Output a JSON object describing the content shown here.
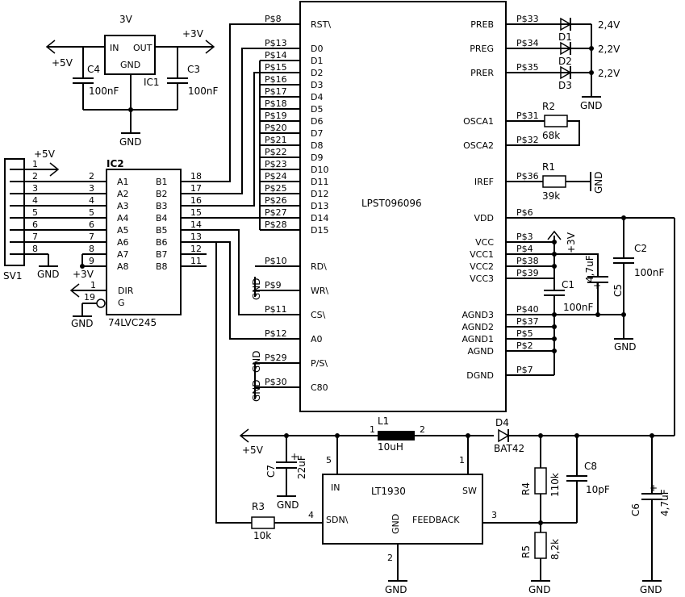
{
  "regulator": {
    "title": "3V",
    "pin_in": "IN",
    "pin_out": "OUT",
    "pin_gnd": "GND",
    "ref": "IC1",
    "c4_ref": "C4",
    "c4_val": "100nF",
    "c3_ref": "C3",
    "c3_val": "100nF",
    "in_net": "+5V",
    "out_net": "+3V",
    "gnd": "GND"
  },
  "connector": {
    "ref": "SV1",
    "net_top": "+5V",
    "gnd": "GND",
    "pins": [
      "1",
      "2",
      "3",
      "4",
      "5",
      "6",
      "7",
      "8"
    ]
  },
  "buffer": {
    "ref": "IC2",
    "part": "74LVC245",
    "a_pins": [
      "A1",
      "A2",
      "A3",
      "A4",
      "A5",
      "A6",
      "A7",
      "A8"
    ],
    "a_nums": [
      "2",
      "3",
      "4",
      "5",
      "6",
      "7",
      "8",
      "9"
    ],
    "b_pins": [
      "B1",
      "B2",
      "B3",
      "B4",
      "B5",
      "B6",
      "B7",
      "B8"
    ],
    "b_nums": [
      "18",
      "17",
      "16",
      "15",
      "14",
      "13",
      "12",
      "11"
    ],
    "dir_label": "DIR",
    "dir_num": "1",
    "g_label": "G",
    "g_num": "19",
    "dir_net": "+3V",
    "gnd": "GND"
  },
  "lcd": {
    "ref": "LPST096096",
    "left_pins": [
      "RST\\",
      "D0",
      "D1",
      "D2",
      "D3",
      "D4",
      "D5",
      "D6",
      "D7",
      "D8",
      "D9",
      "D10",
      "D11",
      "D12",
      "D13",
      "D14",
      "D15",
      "RD\\",
      "WR\\",
      "CS\\",
      "A0",
      "P/S\\",
      "C80"
    ],
    "left_pads": [
      "P$8",
      "P$13",
      "P$14",
      "P$15",
      "P$16",
      "P$17",
      "P$18",
      "P$19",
      "P$20",
      "P$21",
      "P$22",
      "P$23",
      "P$24",
      "P$25",
      "P$26",
      "P$27",
      "P$28",
      "P$10",
      "P$9",
      "P$11",
      "P$12",
      "P$29",
      "P$30"
    ],
    "right_pins": [
      "PREB",
      "PREG",
      "PRER",
      "OSCA1",
      "OSCA2",
      "IREF",
      "VDD",
      "VCC",
      "VCC1",
      "VCC2",
      "VCC3",
      "AGND3",
      "AGND2",
      "AGND1",
      "AGND",
      "DGND"
    ],
    "right_pads": [
      "P$33",
      "P$34",
      "P$35",
      "P$31",
      "P$32",
      "P$36",
      "P$6",
      "P$3",
      "P$4",
      "P$38",
      "P$39",
      "P$40",
      "P$37",
      "P$5",
      "P$2",
      "P$7"
    ],
    "wr_gnd": "GND",
    "ps_gnd": "GND",
    "c80_gnd": "GND"
  },
  "diodes": {
    "d1_ref": "D1",
    "d1_val": "2,4V",
    "d2_ref": "D2",
    "d2_val": "2,2V",
    "d3_ref": "D3",
    "d3_val": "2,2V",
    "gnd": "GND"
  },
  "resistors": {
    "r2_ref": "R2",
    "r2_val": "68k",
    "r1_ref": "R1",
    "r1_val": "39k",
    "r1_gnd": "GND",
    "r3_ref": "R3",
    "r3_val": "10k",
    "r4_ref": "R4",
    "r4_val": "110k",
    "r5_ref": "R5",
    "r5_val": "8,2k"
  },
  "caps": {
    "c2_ref": "C2",
    "c2_val": "100nF",
    "c1_ref": "C1",
    "c1_val": "100nF",
    "c5_ref": "C5",
    "c5_val": "4,7uF",
    "c7_ref": "C7",
    "c7_val": "22uF",
    "c8_ref": "C8",
    "c8_val": "10pF",
    "c6_ref": "C6",
    "c6_val": "4,7uF",
    "vcc_net": "+3V",
    "gnd": "GND",
    "plus": "+"
  },
  "boost": {
    "ic": "LT1930",
    "pin_in": "IN",
    "pin_sw": "SW",
    "pin_sdn": "SDN\\",
    "pin_gnd": "GND",
    "pin_fb": "FEEDBACK",
    "num_in": "5",
    "num_sw": "1",
    "num_sdn": "4",
    "num_gnd": "2",
    "num_fb": "3",
    "l1_ref": "L1",
    "l1_val": "10uH",
    "l1_p1": "1",
    "l1_p2": "2",
    "d4_ref": "D4",
    "d4_val": "BAT42",
    "net_in": "+5V",
    "gnd_c7": "GND",
    "gnd_ic": "GND",
    "gnd_r5": "GND",
    "gnd_c6": "GND"
  }
}
